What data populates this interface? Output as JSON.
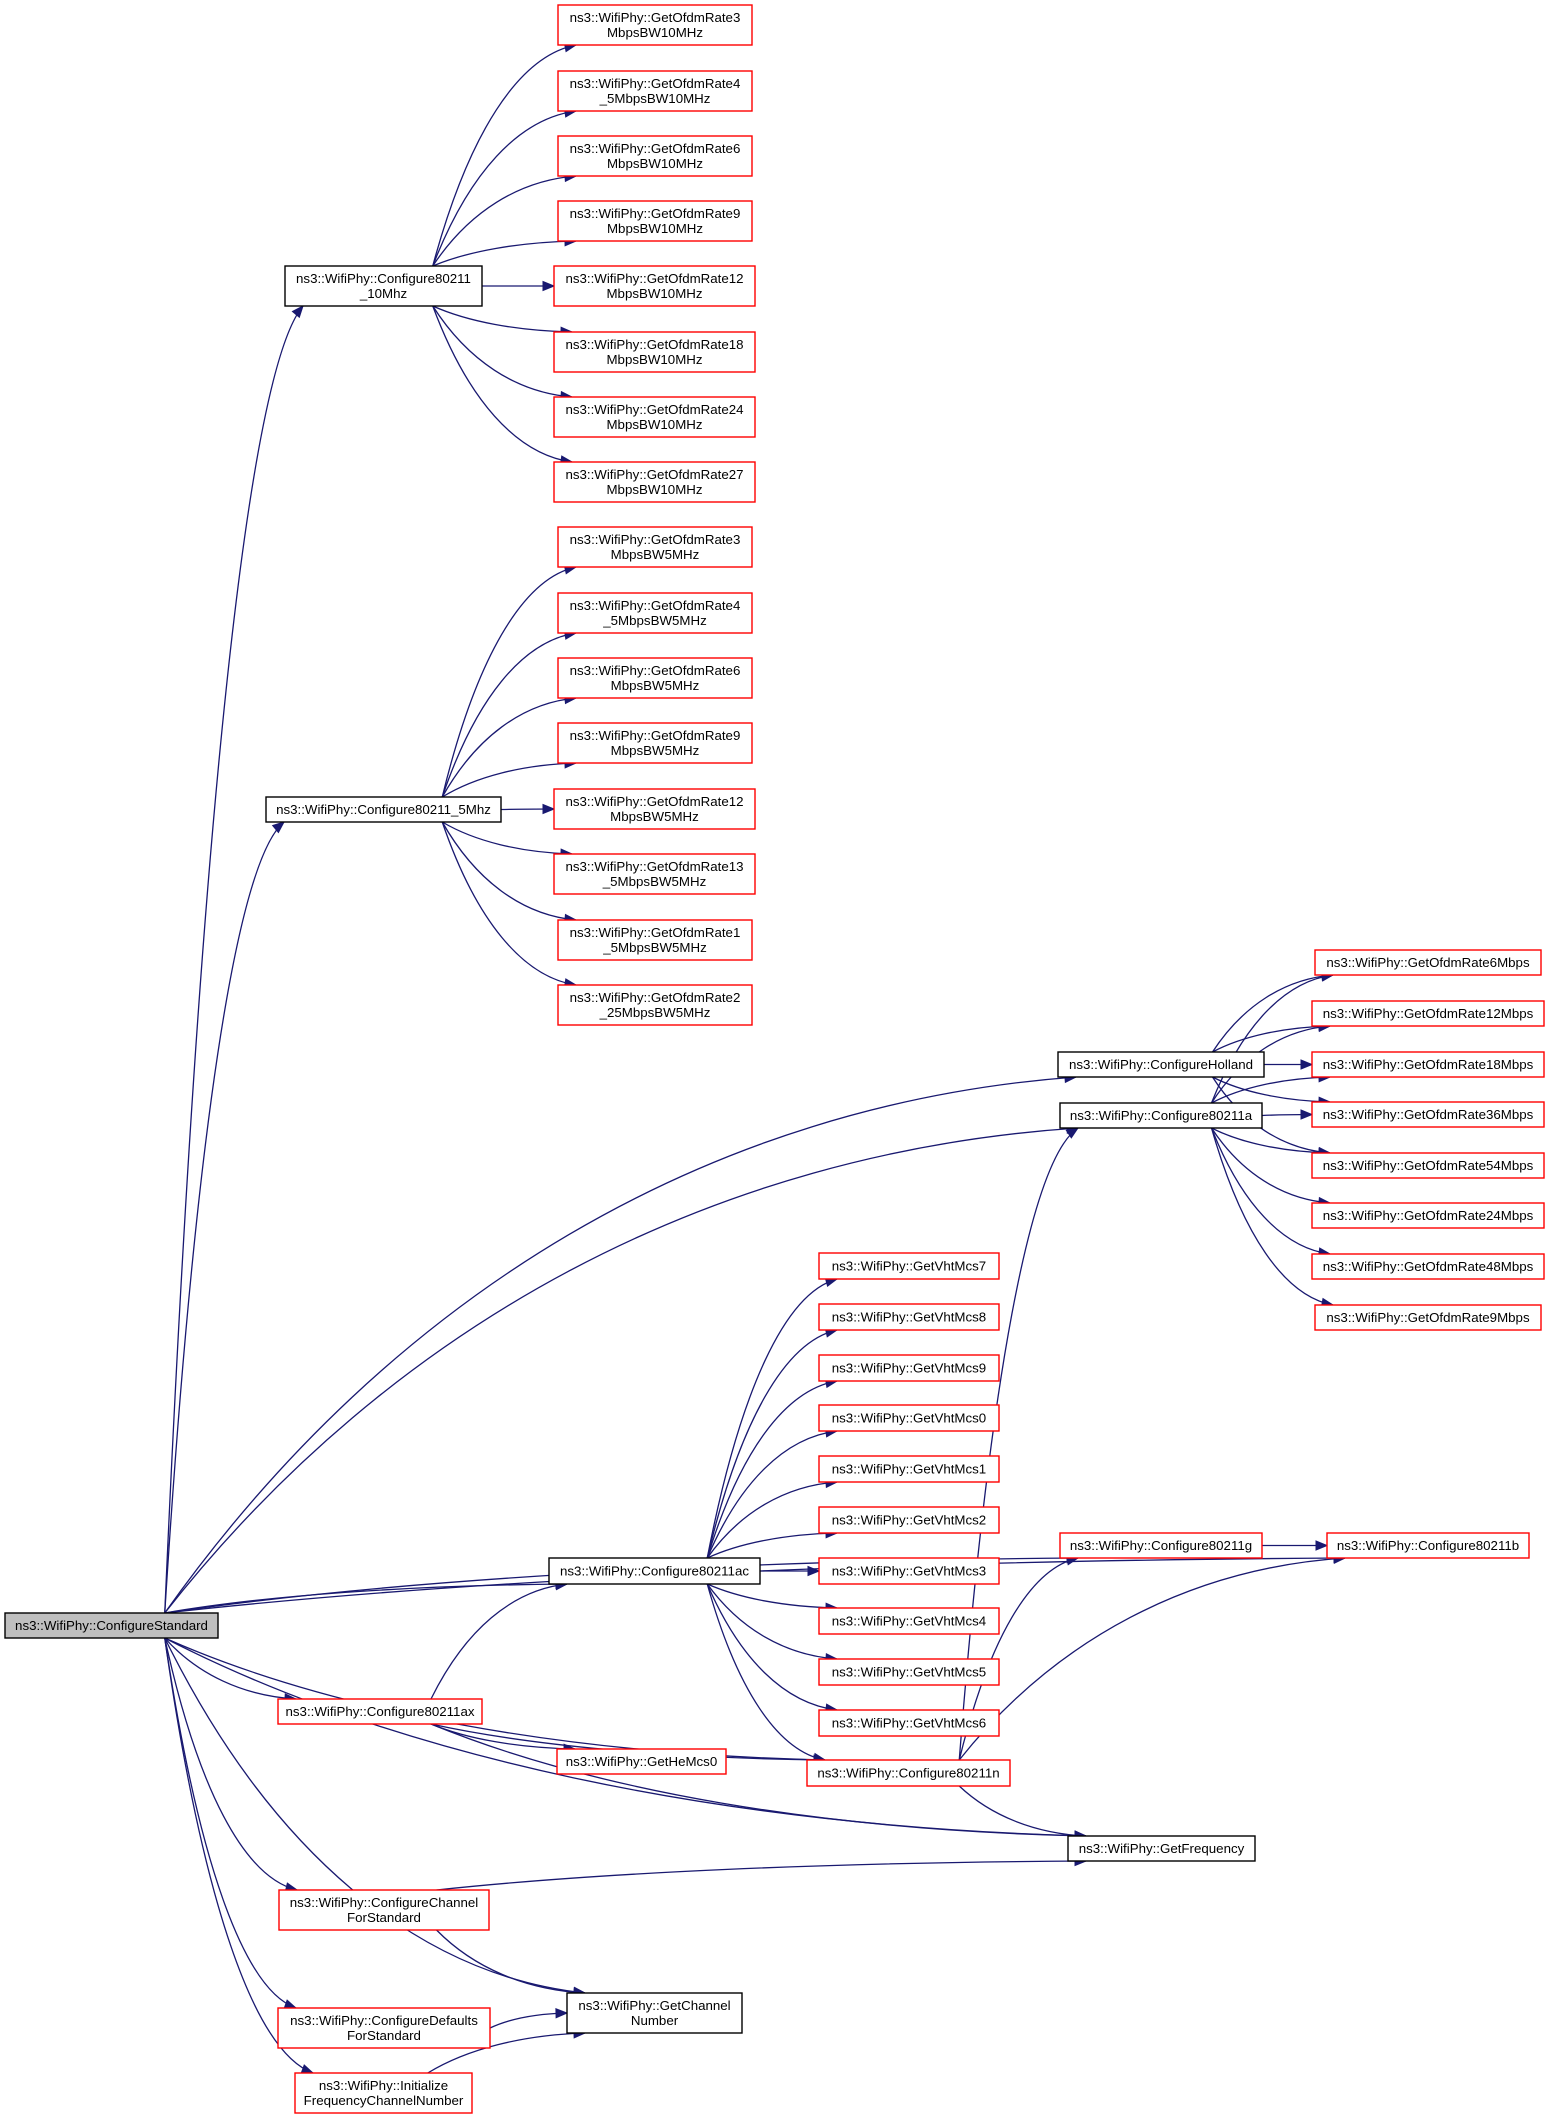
{
  "title": "ns3::WifiPhy::ConfigureStandard call graph",
  "colors": {
    "edge": "#191970",
    "documented_border": "#000000",
    "undocumented_border": "#ff0000",
    "root_fill": "#bfbfbf"
  },
  "nodes": [
    {
      "id": "root",
      "lines": [
        "ns3::WifiPhy::ConfigureStandard"
      ],
      "style": "root"
    },
    {
      "id": "c10",
      "lines": [
        "ns3::WifiPhy::Configure80211",
        "_10Mhz"
      ],
      "style": "black"
    },
    {
      "id": "r3_10",
      "lines": [
        "ns3::WifiPhy::GetOfdmRate3",
        "MbpsBW10MHz"
      ],
      "style": "red"
    },
    {
      "id": "r45_10",
      "lines": [
        "ns3::WifiPhy::GetOfdmRate4",
        "_5MbpsBW10MHz"
      ],
      "style": "red"
    },
    {
      "id": "r6_10",
      "lines": [
        "ns3::WifiPhy::GetOfdmRate6",
        "MbpsBW10MHz"
      ],
      "style": "red"
    },
    {
      "id": "r9_10",
      "lines": [
        "ns3::WifiPhy::GetOfdmRate9",
        "MbpsBW10MHz"
      ],
      "style": "red"
    },
    {
      "id": "r12_10",
      "lines": [
        "ns3::WifiPhy::GetOfdmRate12",
        "MbpsBW10MHz"
      ],
      "style": "red"
    },
    {
      "id": "r18_10",
      "lines": [
        "ns3::WifiPhy::GetOfdmRate18",
        "MbpsBW10MHz"
      ],
      "style": "red"
    },
    {
      "id": "r24_10",
      "lines": [
        "ns3::WifiPhy::GetOfdmRate24",
        "MbpsBW10MHz"
      ],
      "style": "red"
    },
    {
      "id": "r27_10",
      "lines": [
        "ns3::WifiPhy::GetOfdmRate27",
        "MbpsBW10MHz"
      ],
      "style": "red"
    },
    {
      "id": "c5",
      "lines": [
        "ns3::WifiPhy::Configure80211_5Mhz"
      ],
      "style": "black"
    },
    {
      "id": "r3_5",
      "lines": [
        "ns3::WifiPhy::GetOfdmRate3",
        "MbpsBW5MHz"
      ],
      "style": "red"
    },
    {
      "id": "r45_5",
      "lines": [
        "ns3::WifiPhy::GetOfdmRate4",
        "_5MbpsBW5MHz"
      ],
      "style": "red"
    },
    {
      "id": "r6_5",
      "lines": [
        "ns3::WifiPhy::GetOfdmRate6",
        "MbpsBW5MHz"
      ],
      "style": "red"
    },
    {
      "id": "r9_5",
      "lines": [
        "ns3::WifiPhy::GetOfdmRate9",
        "MbpsBW5MHz"
      ],
      "style": "red"
    },
    {
      "id": "r12_5",
      "lines": [
        "ns3::WifiPhy::GetOfdmRate12",
        "MbpsBW5MHz"
      ],
      "style": "red"
    },
    {
      "id": "r135_5",
      "lines": [
        "ns3::WifiPhy::GetOfdmRate13",
        "_5MbpsBW5MHz"
      ],
      "style": "red"
    },
    {
      "id": "r15_5",
      "lines": [
        "ns3::WifiPhy::GetOfdmRate1",
        "_5MbpsBW5MHz"
      ],
      "style": "red"
    },
    {
      "id": "r225_5",
      "lines": [
        "ns3::WifiPhy::GetOfdmRate2",
        "_25MbpsBW5MHz"
      ],
      "style": "red"
    },
    {
      "id": "holland",
      "lines": [
        "ns3::WifiPhy::ConfigureHolland"
      ],
      "style": "black"
    },
    {
      "id": "c11a",
      "lines": [
        "ns3::WifiPhy::Configure80211a"
      ],
      "style": "black"
    },
    {
      "id": "r6",
      "lines": [
        "ns3::WifiPhy::GetOfdmRate6Mbps"
      ],
      "style": "red"
    },
    {
      "id": "r12",
      "lines": [
        "ns3::WifiPhy::GetOfdmRate12Mbps"
      ],
      "style": "red"
    },
    {
      "id": "r18",
      "lines": [
        "ns3::WifiPhy::GetOfdmRate18Mbps"
      ],
      "style": "red"
    },
    {
      "id": "r36",
      "lines": [
        "ns3::WifiPhy::GetOfdmRate36Mbps"
      ],
      "style": "red"
    },
    {
      "id": "r54",
      "lines": [
        "ns3::WifiPhy::GetOfdmRate54Mbps"
      ],
      "style": "red"
    },
    {
      "id": "r24",
      "lines": [
        "ns3::WifiPhy::GetOfdmRate24Mbps"
      ],
      "style": "red"
    },
    {
      "id": "r48",
      "lines": [
        "ns3::WifiPhy::GetOfdmRate48Mbps"
      ],
      "style": "red"
    },
    {
      "id": "r9",
      "lines": [
        "ns3::WifiPhy::GetOfdmRate9Mbps"
      ],
      "style": "red"
    },
    {
      "id": "vht7",
      "lines": [
        "ns3::WifiPhy::GetVhtMcs7"
      ],
      "style": "red"
    },
    {
      "id": "vht8",
      "lines": [
        "ns3::WifiPhy::GetVhtMcs8"
      ],
      "style": "red"
    },
    {
      "id": "vht9",
      "lines": [
        "ns3::WifiPhy::GetVhtMcs9"
      ],
      "style": "red"
    },
    {
      "id": "vht0",
      "lines": [
        "ns3::WifiPhy::GetVhtMcs0"
      ],
      "style": "red"
    },
    {
      "id": "vht1",
      "lines": [
        "ns3::WifiPhy::GetVhtMcs1"
      ],
      "style": "red"
    },
    {
      "id": "vht2",
      "lines": [
        "ns3::WifiPhy::GetVhtMcs2"
      ],
      "style": "red"
    },
    {
      "id": "vht3",
      "lines": [
        "ns3::WifiPhy::GetVhtMcs3"
      ],
      "style": "red"
    },
    {
      "id": "vht4",
      "lines": [
        "ns3::WifiPhy::GetVhtMcs4"
      ],
      "style": "red"
    },
    {
      "id": "vht5",
      "lines": [
        "ns3::WifiPhy::GetVhtMcs5"
      ],
      "style": "red"
    },
    {
      "id": "vht6",
      "lines": [
        "ns3::WifiPhy::GetVhtMcs6"
      ],
      "style": "red"
    },
    {
      "id": "c11ac",
      "lines": [
        "ns3::WifiPhy::Configure80211ac"
      ],
      "style": "black"
    },
    {
      "id": "c11g",
      "lines": [
        "ns3::WifiPhy::Configure80211g"
      ],
      "style": "red"
    },
    {
      "id": "c11b",
      "lines": [
        "ns3::WifiPhy::Configure80211b"
      ],
      "style": "red"
    },
    {
      "id": "c11ax",
      "lines": [
        "ns3::WifiPhy::Configure80211ax"
      ],
      "style": "red"
    },
    {
      "id": "he0",
      "lines": [
        "ns3::WifiPhy::GetHeMcs0"
      ],
      "style": "red"
    },
    {
      "id": "c11n",
      "lines": [
        "ns3::WifiPhy::Configure80211n"
      ],
      "style": "red"
    },
    {
      "id": "freq",
      "lines": [
        "ns3::WifiPhy::GetFrequency"
      ],
      "style": "black"
    },
    {
      "id": "chstd",
      "lines": [
        "ns3::WifiPhy::ConfigureChannel",
        "ForStandard"
      ],
      "style": "red"
    },
    {
      "id": "chnum",
      "lines": [
        "ns3::WifiPhy::GetChannel",
        "Number"
      ],
      "style": "black"
    },
    {
      "id": "defstd",
      "lines": [
        "ns3::WifiPhy::ConfigureDefaults",
        "ForStandard"
      ],
      "style": "red"
    },
    {
      "id": "initfreq",
      "lines": [
        "ns3::WifiPhy::Initialize",
        "FrequencyChannelNumber"
      ],
      "style": "red"
    }
  ],
  "edges": [
    [
      "root",
      "c10"
    ],
    [
      "root",
      "c5"
    ],
    [
      "root",
      "holland"
    ],
    [
      "root",
      "c11a"
    ],
    [
      "root",
      "c11b"
    ],
    [
      "root",
      "c11g"
    ],
    [
      "root",
      "c11ac"
    ],
    [
      "root",
      "c11n"
    ],
    [
      "root",
      "c11ax"
    ],
    [
      "root",
      "freq"
    ],
    [
      "root",
      "chstd"
    ],
    [
      "root",
      "chnum"
    ],
    [
      "root",
      "defstd"
    ],
    [
      "root",
      "initfreq"
    ],
    [
      "c10",
      "r3_10"
    ],
    [
      "c10",
      "r45_10"
    ],
    [
      "c10",
      "r6_10"
    ],
    [
      "c10",
      "r9_10"
    ],
    [
      "c10",
      "r12_10"
    ],
    [
      "c10",
      "r18_10"
    ],
    [
      "c10",
      "r24_10"
    ],
    [
      "c10",
      "r27_10"
    ],
    [
      "c5",
      "r3_5"
    ],
    [
      "c5",
      "r45_5"
    ],
    [
      "c5",
      "r6_5"
    ],
    [
      "c5",
      "r9_5"
    ],
    [
      "c5",
      "r12_5"
    ],
    [
      "c5",
      "r135_5"
    ],
    [
      "c5",
      "r15_5"
    ],
    [
      "c5",
      "r225_5"
    ],
    [
      "holland",
      "r6"
    ],
    [
      "holland",
      "r12"
    ],
    [
      "holland",
      "r18"
    ],
    [
      "holland",
      "r36"
    ],
    [
      "holland",
      "r54"
    ],
    [
      "c11a",
      "r6"
    ],
    [
      "c11a",
      "r12"
    ],
    [
      "c11a",
      "r18"
    ],
    [
      "c11a",
      "r36"
    ],
    [
      "c11a",
      "r54"
    ],
    [
      "c11a",
      "r24"
    ],
    [
      "c11a",
      "r48"
    ],
    [
      "c11a",
      "r9"
    ],
    [
      "c11ac",
      "vht7"
    ],
    [
      "c11ac",
      "vht8"
    ],
    [
      "c11ac",
      "vht9"
    ],
    [
      "c11ac",
      "vht0"
    ],
    [
      "c11ac",
      "vht1"
    ],
    [
      "c11ac",
      "vht2"
    ],
    [
      "c11ac",
      "vht3"
    ],
    [
      "c11ac",
      "vht4"
    ],
    [
      "c11ac",
      "vht5"
    ],
    [
      "c11ac",
      "vht6"
    ],
    [
      "c11ac",
      "c11n"
    ],
    [
      "c11ax",
      "c11ac"
    ],
    [
      "c11ax",
      "he0"
    ],
    [
      "c11ax",
      "c11n"
    ],
    [
      "c11ax",
      "freq"
    ],
    [
      "c11n",
      "c11a"
    ],
    [
      "c11n",
      "c11g"
    ],
    [
      "c11n",
      "c11b"
    ],
    [
      "c11n",
      "freq"
    ],
    [
      "c11g",
      "c11b"
    ],
    [
      "chstd",
      "freq"
    ],
    [
      "chstd",
      "chnum"
    ],
    [
      "defstd",
      "chnum"
    ],
    [
      "initfreq",
      "chnum"
    ]
  ]
}
